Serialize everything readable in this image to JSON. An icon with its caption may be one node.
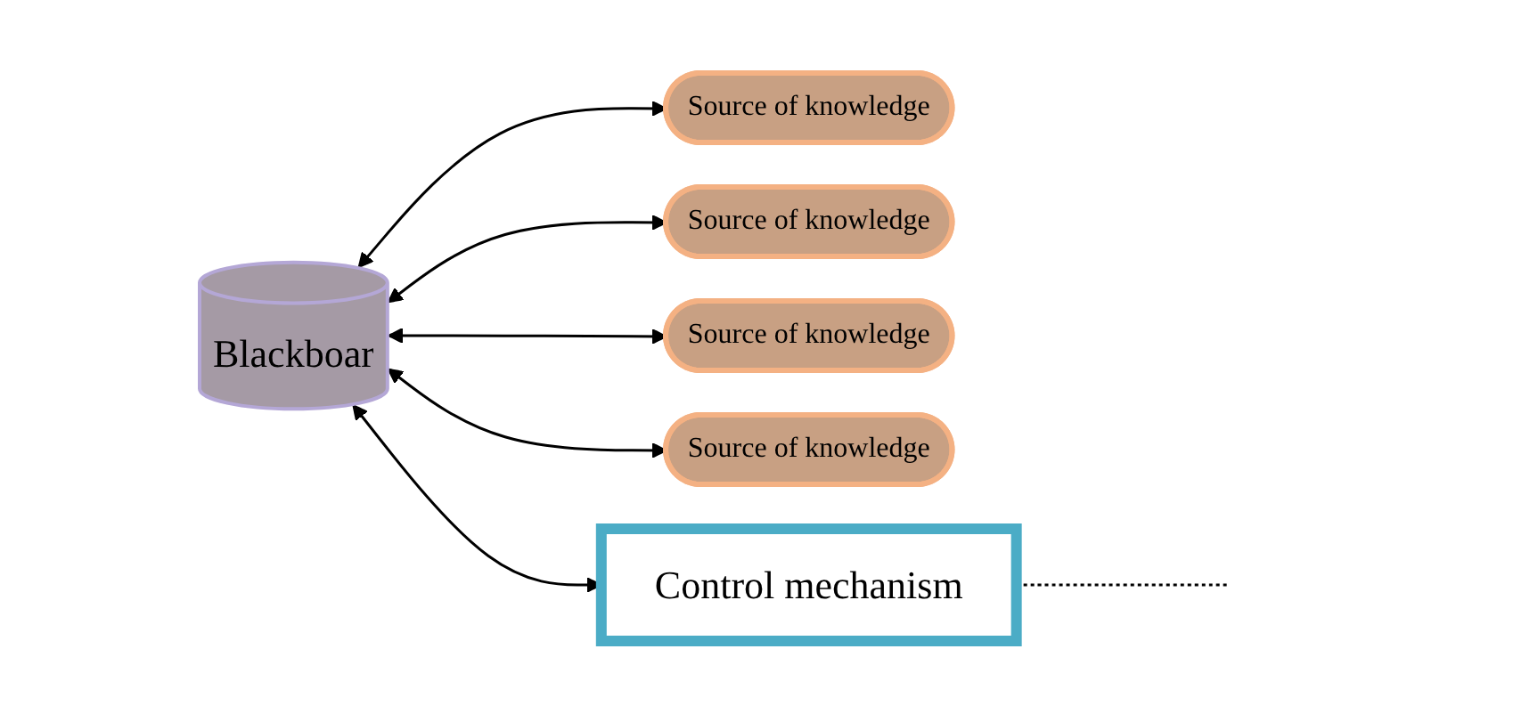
{
  "diagram": {
    "nodes": [
      {
        "text": [
          "Blackboar"
        ]
      },
      {
        "text": [
          "Source of knowledge"
        ]
      },
      {
        "text": [
          "Source of knowledge"
        ]
      },
      {
        "text": [
          "Source of knowledge"
        ]
      },
      {
        "text": [
          "Source of knowledge"
        ]
      },
      {
        "text": [
          "Control mechanism"
        ]
      }
    ],
    "edges": [
      {
        "from": 0,
        "to": 1,
        "arrow": "both"
      },
      {
        "from": 0,
        "to": 2,
        "arrow": "both"
      },
      {
        "from": 0,
        "to": 3,
        "arrow": "both"
      },
      {
        "from": 0,
        "to": 4,
        "arrow": "both"
      },
      {
        "from": 0,
        "to": 5,
        "arrow": "both"
      },
      {
        "from": 5,
        "to": null,
        "arrow": "none",
        "style": "dashed"
      }
    ]
  }
}
